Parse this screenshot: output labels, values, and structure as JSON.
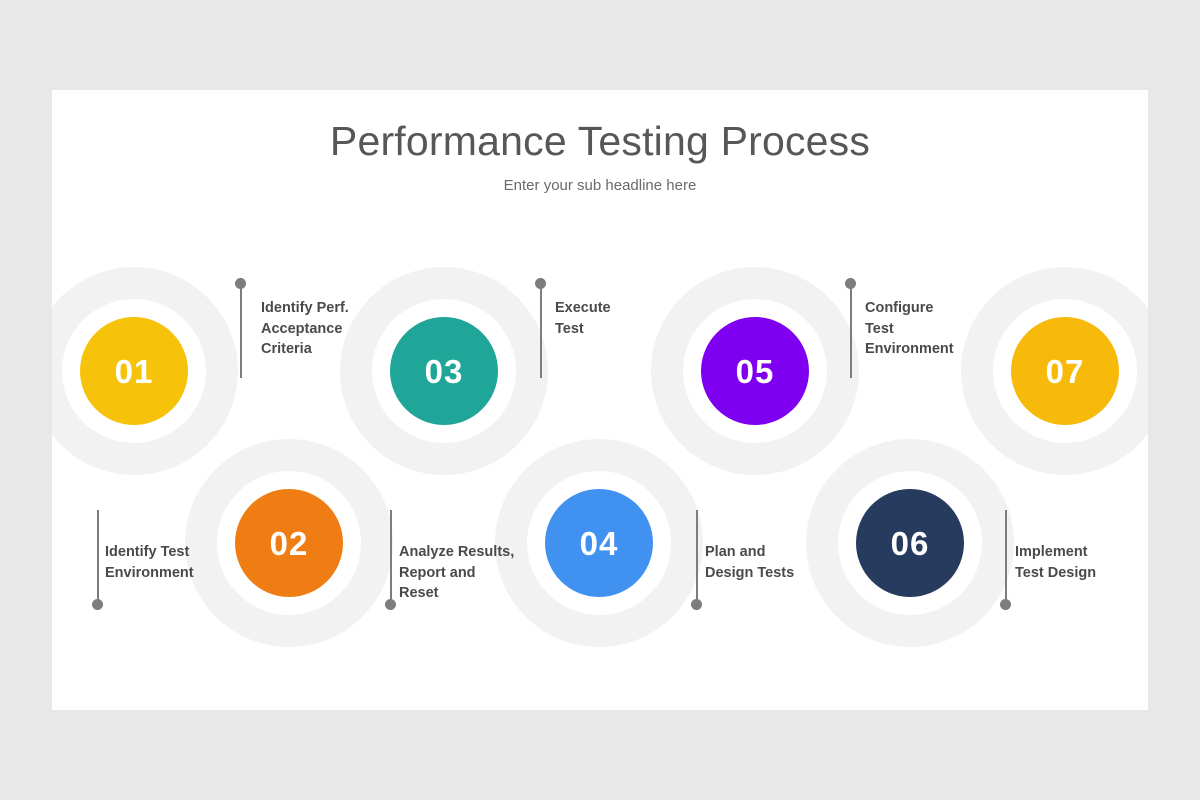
{
  "slide": {
    "title": "Performance Testing Process",
    "subtitle": "Enter your sub headline here",
    "background_color": "#e8e8e9",
    "panel_color": "#ffffff",
    "band_color": "#f2f2f2",
    "connector_color": "#7d7d7d",
    "label_color": "#4a4a4a"
  },
  "steps": [
    {
      "number": "01",
      "label": "Identify Test\nEnvironment",
      "color": "#f7c20a",
      "row": "top",
      "label_position": "bottom"
    },
    {
      "number": "02",
      "label": "Identify Perf.\nAcceptance\nCriteria",
      "color": "#f07d13",
      "row": "bottom",
      "label_position": "top"
    },
    {
      "number": "03",
      "label": "Analyze Results,\nReport and\nReset",
      "color": "#20a699",
      "row": "top",
      "label_position": "bottom"
    },
    {
      "number": "04",
      "label": "Execute\nTest",
      "color": "#4191f0",
      "row": "bottom",
      "label_position": "top"
    },
    {
      "number": "05",
      "label": "Plan and\nDesign Tests",
      "color": "#7f00f0",
      "row": "top",
      "label_position": "bottom"
    },
    {
      "number": "06",
      "label": "Configure\nTest\nEnvironment",
      "color": "#263b5e",
      "row": "bottom",
      "label_position": "top"
    },
    {
      "number": "07",
      "label": "Implement\nTest Design",
      "color": "#f7b90a",
      "row": "top",
      "label_position": "bottom"
    }
  ],
  "labels": {
    "top": [
      {
        "text": "Identify Perf.\nAcceptance\nCriteria"
      },
      {
        "text": "Execute\nTest"
      },
      {
        "text": "Configure\nTest\nEnvironment"
      }
    ],
    "bottom": [
      {
        "text": "Identify Test\nEnvironment"
      },
      {
        "text": "Analyze Results,\nReport and\nReset"
      },
      {
        "text": "Plan and\nDesign Tests"
      },
      {
        "text": "Implement\nTest Design"
      }
    ]
  }
}
